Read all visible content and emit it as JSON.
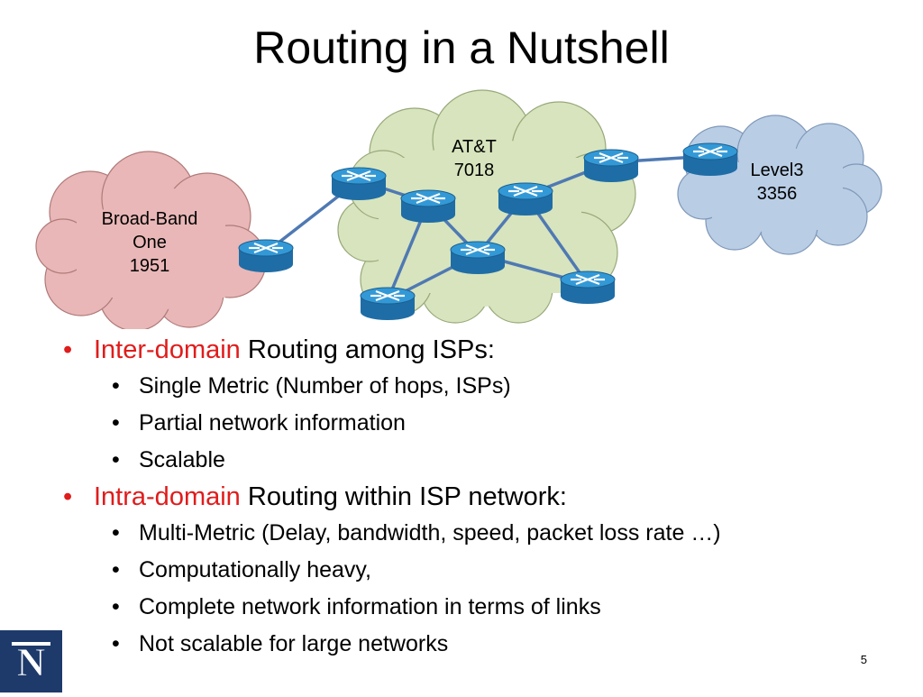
{
  "slide": {
    "title": "Routing in a Nutshell",
    "page_number": "5"
  },
  "clouds": {
    "left": {
      "line1": "Broad-Band",
      "line2": "One",
      "line3": "1951",
      "color": "#e9b7b7"
    },
    "center": {
      "line1": "AT&T",
      "line2": "7018",
      "color": "#d7e4bd"
    },
    "right": {
      "line1": "Level3",
      "line2": "3356",
      "color": "#b9cde5"
    }
  },
  "colors": {
    "accent_red": "#e01c1c",
    "link_blue": "#4f79b3",
    "router_blue": "#2f8fcf",
    "logo_navy": "#1e3a6b"
  },
  "bullets": [
    {
      "highlight": "Inter-domain",
      "rest": " Routing  among ISPs:",
      "sub": [
        "Single Metric (Number of hops, ISPs)",
        "Partial network information",
        "Scalable"
      ]
    },
    {
      "highlight": "Intra-domain",
      "rest": " Routing within ISP network:",
      "sub": [
        "Multi-Metric (Delay, bandwidth, speed, packet loss rate …)",
        "Computationally heavy,",
        "Complete network information in terms of links",
        "Not scalable for large networks"
      ]
    }
  ],
  "logo": {
    "icon": "university-n-logo",
    "letter": "N"
  }
}
